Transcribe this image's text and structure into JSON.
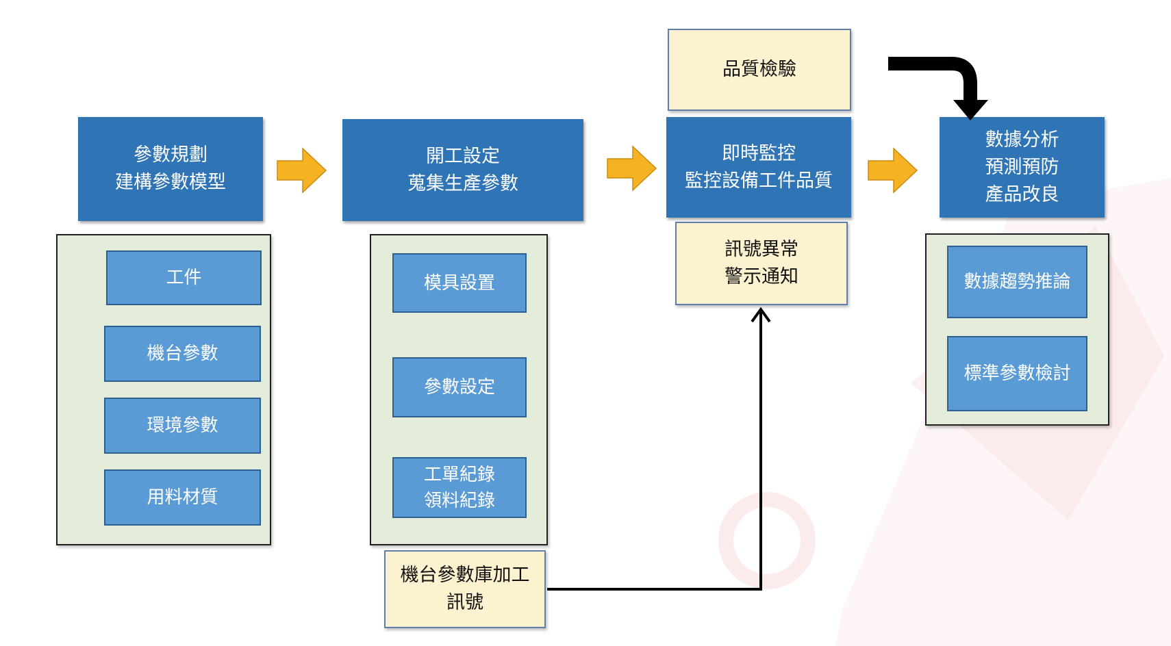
{
  "stages": {
    "plan": {
      "lines": [
        "參數規劃",
        "建構參數模型"
      ]
    },
    "setup": {
      "lines": [
        "開工設定",
        "蒐集生產參數"
      ]
    },
    "monitor": {
      "lines": [
        "即時監控",
        "監控設備工件品質"
      ]
    },
    "analysis": {
      "lines": [
        "數據分析",
        "預測預防",
        "產品改良"
      ]
    }
  },
  "plan_items": [
    "工件",
    "機台參數",
    "環境參數",
    "用料材質"
  ],
  "setup_items": [
    "模具設置",
    "參數設定",
    [
      "工單紀錄",
      "領料紀錄"
    ]
  ],
  "analysis_items": [
    "數據趨勢推論",
    "標準參數檢討"
  ],
  "notes": {
    "quality_inspection": {
      "lines": [
        "品質檢驗"
      ]
    },
    "alert": {
      "lines": [
        "訊號異常",
        "警示通知"
      ]
    },
    "machine_signal": {
      "lines": [
        "機台參數庫加工",
        "訊號"
      ]
    }
  },
  "colors": {
    "stage_header": "#2f74b5",
    "item": "#5b9bd5",
    "panel": "#e2ecd8",
    "note": "#fdf2d0",
    "flow_arrow": "#f5b324",
    "connector": "#000000"
  }
}
